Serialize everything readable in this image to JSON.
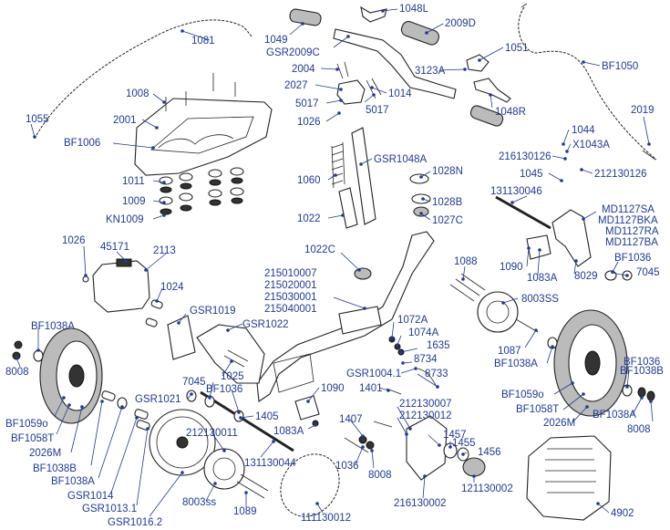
{
  "labels": [
    {
      "id": "1081",
      "text": "1081"
    },
    {
      "id": "1049",
      "text": "1049"
    },
    {
      "id": "1048L",
      "text": "1048L"
    },
    {
      "id": "2009D",
      "text": "2009D"
    },
    {
      "id": "GSR2009C",
      "text": "GSR2009C"
    },
    {
      "id": "1051",
      "text": "1051"
    },
    {
      "id": "BF1050",
      "text": "BF1050"
    },
    {
      "id": "1008",
      "text": "1008"
    },
    {
      "id": "2004",
      "text": "2004"
    },
    {
      "id": "3123A",
      "text": "3123A"
    },
    {
      "id": "2027",
      "text": "2027"
    },
    {
      "id": "1014",
      "text": "1014"
    },
    {
      "id": "5017a",
      "text": "5017"
    },
    {
      "id": "5017b",
      "text": "5017"
    },
    {
      "id": "1048R",
      "text": "1048R"
    },
    {
      "id": "1055",
      "text": "1055"
    },
    {
      "id": "2001",
      "text": "2001"
    },
    {
      "id": "1026a",
      "text": "1026"
    },
    {
      "id": "2019",
      "text": "2019"
    },
    {
      "id": "1044",
      "text": "1044"
    },
    {
      "id": "BF1006",
      "text": "BF1006"
    },
    {
      "id": "216130126",
      "text": "216130126"
    },
    {
      "id": "X1043A",
      "text": "X1043A"
    },
    {
      "id": "GSR1048A",
      "text": "GSR1048A"
    },
    {
      "id": "1028N",
      "text": "1028N"
    },
    {
      "id": "212130126",
      "text": "212130126"
    },
    {
      "id": "1045",
      "text": "1045"
    },
    {
      "id": "1011",
      "text": "1011"
    },
    {
      "id": "1060",
      "text": "1060"
    },
    {
      "id": "1009",
      "text": "1009"
    },
    {
      "id": "1028B",
      "text": "1028B"
    },
    {
      "id": "131130046",
      "text": "131130046"
    },
    {
      "id": "KN1009",
      "text": "KN1009"
    },
    {
      "id": "1022",
      "text": "1022"
    },
    {
      "id": "1027C",
      "text": "1027C"
    },
    {
      "id": "MD1127SA",
      "text": "MD1127SA"
    },
    {
      "id": "MD1127BKA",
      "text": "MD1127BKA"
    },
    {
      "id": "MD1127RA",
      "text": "MD1127RA"
    },
    {
      "id": "MD1127BA",
      "text": "MD1127BA"
    },
    {
      "id": "1026b",
      "text": "1026"
    },
    {
      "id": "45171",
      "text": "45171"
    },
    {
      "id": "2113",
      "text": "2113"
    },
    {
      "id": "1022C",
      "text": "1022C"
    },
    {
      "id": "1088",
      "text": "1088"
    },
    {
      "id": "BF1036a",
      "text": "BF1036"
    },
    {
      "id": "1090a",
      "text": "1090"
    },
    {
      "id": "7045a",
      "text": "7045"
    },
    {
      "id": "215010007",
      "text": "215010007"
    },
    {
      "id": "215020001",
      "text": "215020001"
    },
    {
      "id": "215030001",
      "text": "215030001"
    },
    {
      "id": "215040001",
      "text": "215040001"
    },
    {
      "id": "1083Aa",
      "text": "1083A"
    },
    {
      "id": "8029",
      "text": "8029"
    },
    {
      "id": "1024",
      "text": "1024"
    },
    {
      "id": "8003SS",
      "text": "8003SS"
    },
    {
      "id": "GSR1019",
      "text": "GSR1019"
    },
    {
      "id": "GSR1022",
      "text": "GSR1022"
    },
    {
      "id": "1072A",
      "text": "1072A"
    },
    {
      "id": "1074A",
      "text": "1074A"
    },
    {
      "id": "BF1038Aa",
      "text": "BF1038A"
    },
    {
      "id": "1635",
      "text": "1635"
    },
    {
      "id": "1087",
      "text": "1087"
    },
    {
      "id": "8734",
      "text": "8734"
    },
    {
      "id": "8008a",
      "text": "8008"
    },
    {
      "id": "BF1038Ab",
      "text": "BF1038A"
    },
    {
      "id": "BF1038B",
      "text": "BF1038B"
    },
    {
      "id": "GSR1004.1",
      "text": "GSR1004.1"
    },
    {
      "id": "8733",
      "text": "8733"
    },
    {
      "id": "1025",
      "text": "1025"
    },
    {
      "id": "7045b",
      "text": "7045"
    },
    {
      "id": "BF1036b",
      "text": "BF1036"
    },
    {
      "id": "1090b",
      "text": "1090"
    },
    {
      "id": "1401",
      "text": "1401"
    },
    {
      "id": "GSR1021",
      "text": "GSR1021"
    },
    {
      "id": "BF1059o_a",
      "text": "BF1059o"
    },
    {
      "id": "1405",
      "text": "1405"
    },
    {
      "id": "212130007",
      "text": "212130007"
    },
    {
      "id": "212130012",
      "text": "212130012"
    },
    {
      "id": "BF1059o_b",
      "text": "BF1059o"
    },
    {
      "id": "BF1058T_a",
      "text": "BF1058T"
    },
    {
      "id": "1407",
      "text": "1407"
    },
    {
      "id": "BF1038Ac",
      "text": "BF1038A"
    },
    {
      "id": "212130011",
      "text": "212130011"
    },
    {
      "id": "1083Ab",
      "text": "1083A"
    },
    {
      "id": "1457",
      "text": "1457"
    },
    {
      "id": "2026M_b",
      "text": "2026M"
    },
    {
      "id": "BF1058T_b",
      "text": "BF1058T"
    },
    {
      "id": "1455",
      "text": "1455"
    },
    {
      "id": "8008b",
      "text": "8008"
    },
    {
      "id": "2026M_a",
      "text": "2026M"
    },
    {
      "id": "1456",
      "text": "1456"
    },
    {
      "id": "BF1038Bb",
      "text": "BF1038B"
    },
    {
      "id": "131130044",
      "text": "131130044"
    },
    {
      "id": "1036",
      "text": "1036"
    },
    {
      "id": "8008c",
      "text": "8008"
    },
    {
      "id": "BF1038Ad",
      "text": "BF1038A"
    },
    {
      "id": "121130002",
      "text": "121130002"
    },
    {
      "id": "GSR1014",
      "text": "GSR1014"
    },
    {
      "id": "216130002",
      "text": "216130002"
    },
    {
      "id": "GSR1013.1",
      "text": "GSR1013.1"
    },
    {
      "id": "8003ss",
      "text": "8003ss"
    },
    {
      "id": "1089",
      "text": "1089"
    },
    {
      "id": "4902",
      "text": "4902"
    },
    {
      "id": "111130012",
      "text": "111130012"
    },
    {
      "id": "GSR1016.2",
      "text": "GSR1016.2"
    },
    {
      "id": "BF1036c",
      "text": "BF1036"
    }
  ]
}
